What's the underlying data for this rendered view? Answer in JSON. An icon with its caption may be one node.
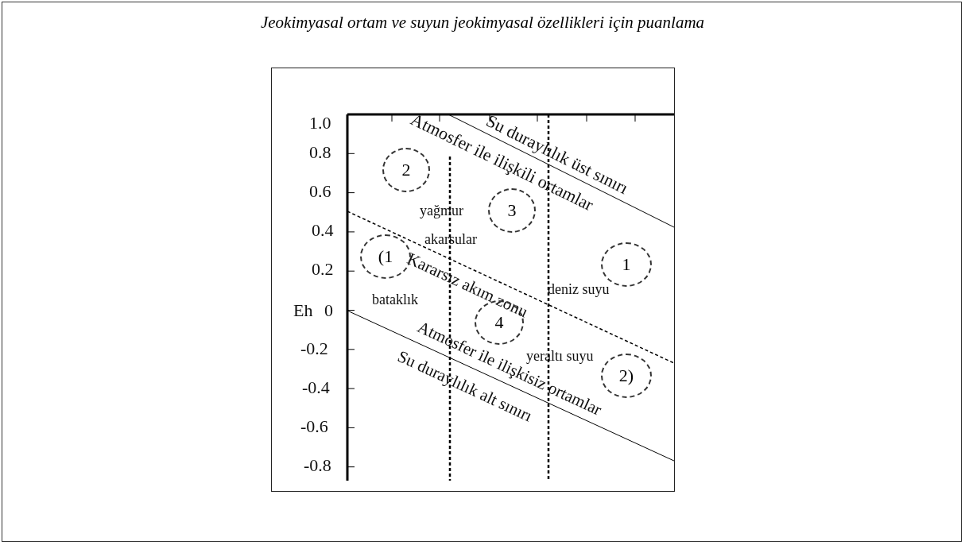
{
  "diagram": {
    "title": "Jeokimyasal ortam ve suyun jeokimyasal özellikleri için puanlama",
    "nodes": [
      {
        "text": [
          "2"
        ]
      },
      {
        "text": [
          "3"
        ]
      },
      {
        "text": [
          "(1"
        ]
      },
      {
        "text": [
          "1"
        ]
      },
      {
        "text": [
          "4"
        ]
      },
      {
        "text": [
          "2)"
        ]
      }
    ],
    "labels": [
      "1.0",
      "0.8",
      "0.6",
      "0.4",
      "0.2",
      "Eh",
      "0",
      "-0.2",
      "-0.4",
      "-0.6",
      "-0.8",
      "Su duraylılık üst sınırı",
      "Atmosfer ile ilişkili ortamlar",
      "yağmur",
      "akarsular",
      "Kararsız akım zonu",
      "bataklık",
      "deniz suyu",
      "Atmosfer ile ilişkisiz ortamlar",
      "yeraltı suyu",
      "Su duraylılık alt sınırı"
    ]
  }
}
